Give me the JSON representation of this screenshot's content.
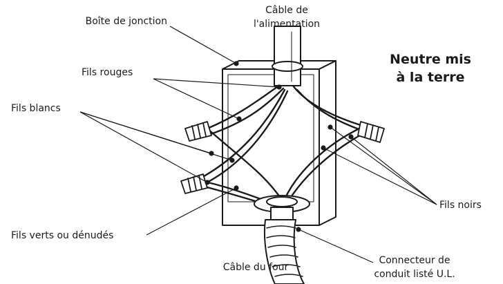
{
  "labels": {
    "junction_box": "Boîte de jonction",
    "supply_cable_1": "Câble de",
    "supply_cable_2": "l'alimentation",
    "red_wires": "Fils rouges",
    "white_wires": "Fils blancs",
    "black_wires": "Fils noirs",
    "green_bare_wires": "Fils verts ou dénudés",
    "oven_cable": "Câble du four",
    "connector_1": "Connecteur de",
    "connector_2": "conduit listé U.L."
  },
  "title": {
    "line1": "Neutre mis",
    "line2": "à la terre"
  },
  "colors": {
    "line": "#1a1a1a",
    "background": "#ffffff"
  }
}
